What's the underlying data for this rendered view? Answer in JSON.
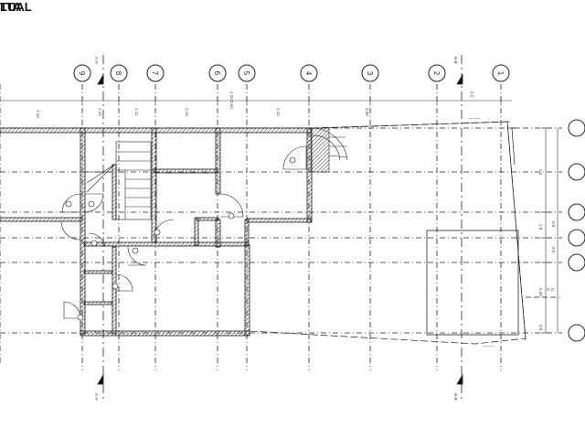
{
  "labels": {
    "top": "TUAL",
    "bottom": "LTA"
  },
  "grid_axes": [
    "9",
    "8",
    "7",
    "6",
    "5",
    "4",
    "3",
    "2",
    "1"
  ],
  "section_markers": {
    "aa": "A-A'",
    "bb": "B-B'",
    "cc": "C-C'"
  },
  "dimensions": {
    "top": [
      "2.10",
      "1.15",
      "1.11",
      "2.16",
      "1.20 0.34",
      "1.12",
      "3.05",
      "2.2"
    ],
    "right": [
      "2.6",
      "1.8",
      "0.9",
      "0.9",
      "2.40",
      "0.8"
    ]
  },
  "notes": {
    "top_note": "———",
    "bottom_note": "———"
  },
  "colors": {
    "line": "#1a1a1a",
    "hatch": "#333333"
  }
}
